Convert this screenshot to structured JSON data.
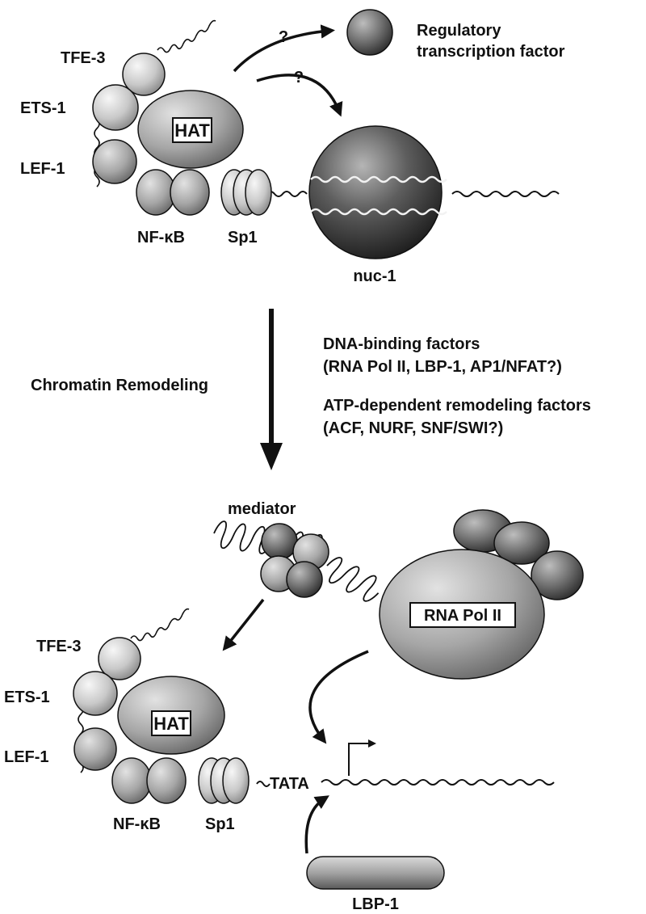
{
  "top": {
    "tfe3": "TFE-3",
    "ets1": "ETS-1",
    "lef1": "LEF-1",
    "hat": "HAT",
    "nfkb": "NF-κB",
    "sp1": "Sp1",
    "nuc1": "nuc-1",
    "question_1": "?",
    "question_2": "?",
    "regulatory_line1": "Regulatory",
    "regulatory_line2": "transcription factor"
  },
  "middle": {
    "chromatin_remodeling": "Chromatin Remodeling",
    "dna_binding_title": "DNA-binding factors",
    "dna_binding_list": "(RNA Pol II, LBP-1, AP1/NFAT?)",
    "atp_title": "ATP-dependent remodeling factors",
    "atp_list": "(ACF, NURF, SNF/SWI?)"
  },
  "bottom": {
    "mediator": "mediator",
    "rna_pol_ii": "RNA Pol II",
    "tfe3": "TFE-3",
    "ets1": "ETS-1",
    "lef1": "LEF-1",
    "hat": "HAT",
    "nfkb": "NF-κB",
    "sp1": "Sp1",
    "tata": "TATA",
    "lbp1": "LBP-1"
  }
}
